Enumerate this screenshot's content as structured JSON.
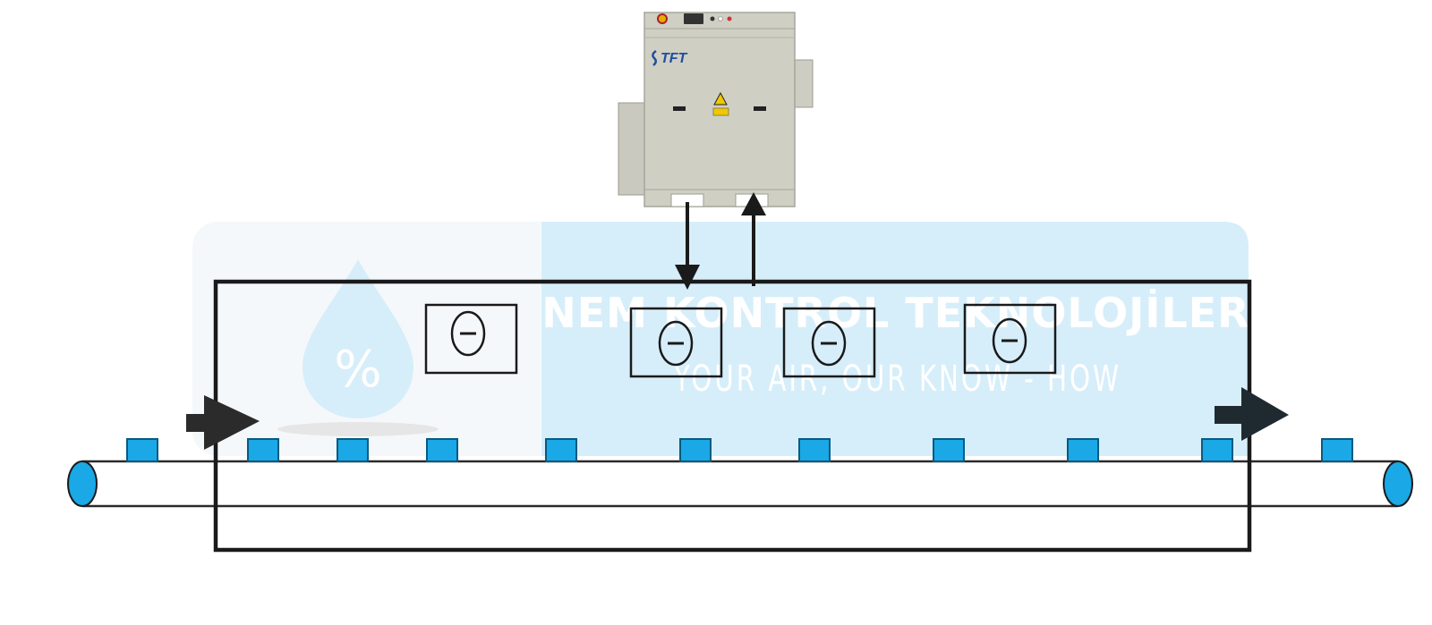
{
  "watermark": {
    "title": "NEM KONTROL TEKNOLOJİLERİ",
    "subtitle": "YOUR AIR, OUR KNOW - HOW",
    "symbol": "%",
    "icon": "water-drop-icon"
  },
  "unit": {
    "brand": "TFT",
    "icon": "dehumidifier-unit",
    "warning_icon": "warning-triangle-icon"
  },
  "components": {
    "fan_units": 4,
    "items_on_conveyor": 11,
    "airflow_arrows": [
      "airflow-in-arrow",
      "airflow-out-arrow"
    ]
  },
  "colors": {
    "watermark_panel": "#d6eefa",
    "watermark_text": "#ffffff",
    "item_fill": "#1aa8e6",
    "item_stroke": "#0a5a80",
    "frame": "#1a1a1a",
    "unit_body": "#cfcfc4"
  }
}
